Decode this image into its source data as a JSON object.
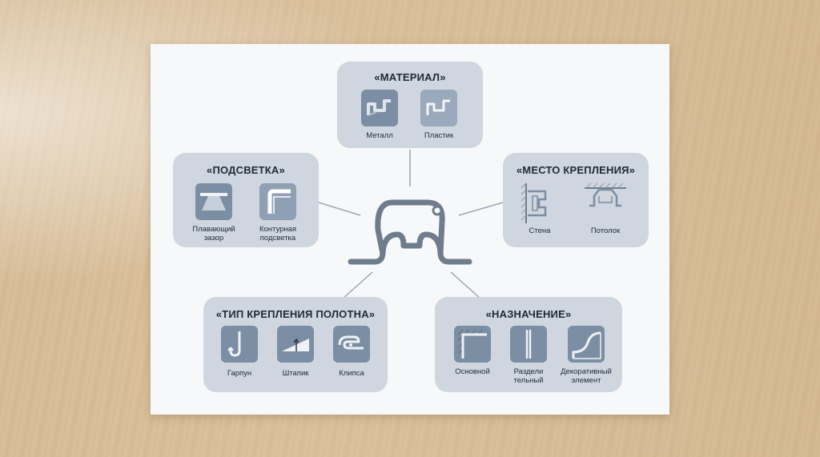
{
  "center_icon": "profile-icon",
  "colors": {
    "card": "#cfd6df",
    "icon_tile": "#7c8ea3",
    "line": "#9aa5b2",
    "profile": "#6e7c8c"
  },
  "cards": {
    "material": {
      "title": "«МАТЕРИАЛ»",
      "items": [
        {
          "label": "Металл",
          "icon": "metal-profile-icon"
        },
        {
          "label": "Пластик",
          "icon": "plastic-profile-icon"
        }
      ]
    },
    "lighting": {
      "title": "«ПОДСВЕТКА»",
      "items": [
        {
          "label": "Плавающий\nзазор",
          "icon": "floating-gap-icon"
        },
        {
          "label": "Контурная\nподсветка",
          "icon": "contour-light-icon"
        }
      ]
    },
    "mount_place": {
      "title": "«МЕСТО КРЕПЛЕНИЯ»",
      "items": [
        {
          "label": "Стена",
          "icon": "wall-mount-icon"
        },
        {
          "label": "Потолок",
          "icon": "ceiling-mount-icon"
        }
      ]
    },
    "fastening": {
      "title": "«ТИП КРЕПЛЕНИЯ ПОЛОТНА»",
      "items": [
        {
          "label": "Гарпун",
          "icon": "harpoon-icon"
        },
        {
          "label": "Штапик",
          "icon": "bead-icon"
        },
        {
          "label": "Клипса",
          "icon": "clip-icon"
        }
      ]
    },
    "purpose": {
      "title": "«НАЗНАЧЕНИЕ»",
      "items": [
        {
          "label": "Основной",
          "icon": "main-profile-icon"
        },
        {
          "label": "Раздели\nтельный",
          "icon": "divider-profile-icon"
        },
        {
          "label": "Декоративный\nэлемент",
          "icon": "decorative-element-icon"
        }
      ]
    }
  }
}
